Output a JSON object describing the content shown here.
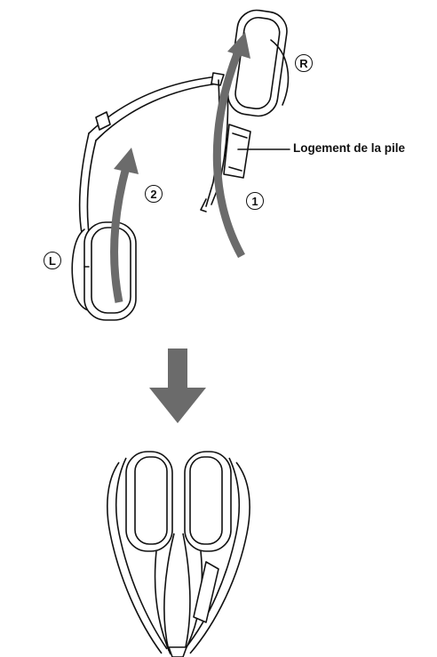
{
  "callouts": {
    "battery_label": "Logement de la pile"
  },
  "markers": {
    "right": "R",
    "left": "L",
    "step1": "1",
    "step2": "2"
  },
  "colors": {
    "line": "#111111",
    "arrow": "#6b6b6b",
    "fill": "#ffffff"
  }
}
